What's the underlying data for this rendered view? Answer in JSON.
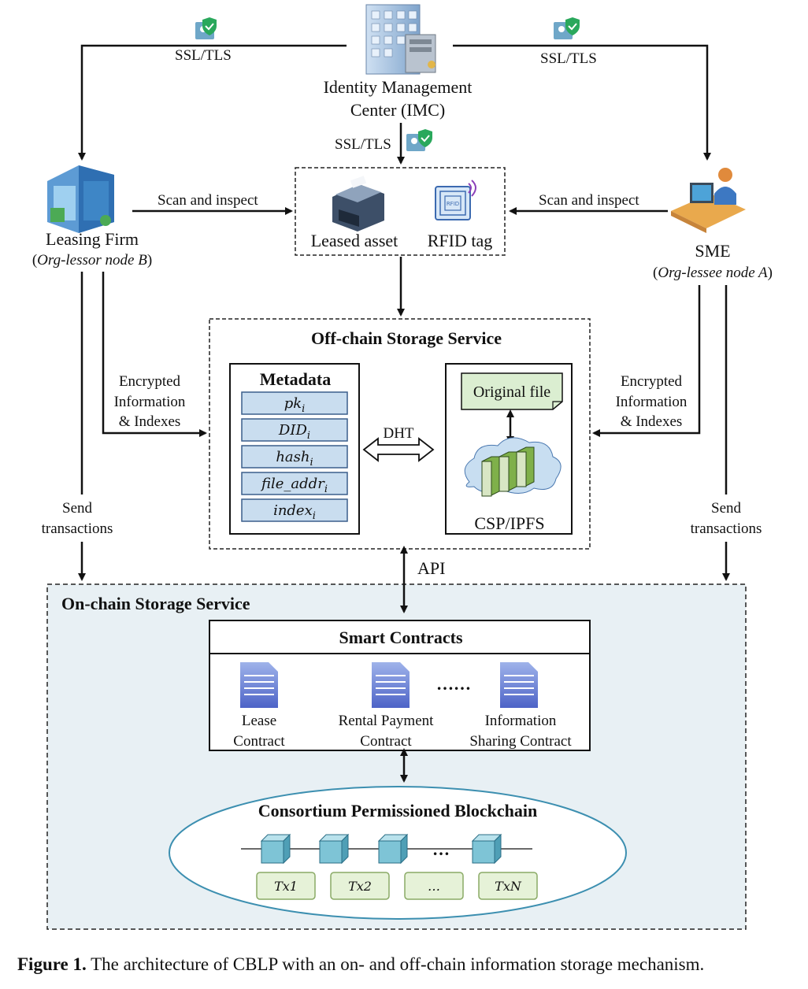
{
  "imc": {
    "line1": "Identity Management",
    "line2": "Center (IMC)"
  },
  "ssl": {
    "left": "SSL/TLS",
    "right": "SSL/TLS",
    "center": "SSL/TLS"
  },
  "leasing_firm": {
    "name": "Leasing Firm",
    "node": "Org-lessor node B"
  },
  "sme": {
    "name": "SME",
    "node": "Org-lessee node A"
  },
  "scan": {
    "left": "Scan and inspect",
    "right": "Scan and inspect"
  },
  "asset_box": {
    "leased_asset": "Leased asset",
    "rfid": "RFID tag",
    "rfid_chip": "RFID"
  },
  "offchain": {
    "title": "Off-chain Storage Service",
    "metadata_title": "Metadata",
    "metadata_items": [
      {
        "base": "pk",
        "sub": "i"
      },
      {
        "base": "DID",
        "sub": "i"
      },
      {
        "base": "hash",
        "sub": "i"
      },
      {
        "base": "file_addr",
        "sub": "i"
      },
      {
        "base": "index",
        "sub": "i"
      }
    ],
    "dht": "DHT",
    "original_file": "Original file",
    "csp": "CSP/IPFS"
  },
  "encrypted_left": [
    "Encrypted",
    "Information",
    "& Indexes"
  ],
  "encrypted_right": [
    "Encrypted",
    "Information",
    "& Indexes"
  ],
  "send_left": [
    "Send",
    "transactions"
  ],
  "send_right": [
    "Send",
    "transactions"
  ],
  "api": "API",
  "onchain": {
    "title": "On-chain Storage Service",
    "smart_contracts": "Smart Contracts",
    "dots": "……",
    "contracts": [
      {
        "line1": "Lease",
        "line2": "Contract"
      },
      {
        "line1": "Rental Payment",
        "line2": "Contract"
      },
      {
        "line1": "Information",
        "line2": "Sharing Contract"
      }
    ],
    "blockchain": "Consortium Permissioned Blockchain",
    "block_dots": "…",
    "txs": [
      "Tx1",
      "Tx2",
      "…",
      "TxN"
    ]
  },
  "caption": {
    "label": "Figure 1.",
    "text": " The architecture of CBLP with an on- and off-chain information storage mechanism."
  },
  "colors": {
    "onchain_bg": "#e8f0f4",
    "box_blue": "#c9ddef",
    "file_green": "#dbeed1",
    "tx_green": "#e6f2d8",
    "ellipse": "#3c8fb0",
    "cube": "#7ec4d6"
  }
}
